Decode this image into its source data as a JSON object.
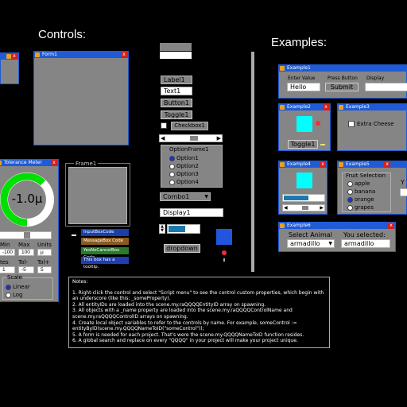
{
  "headings": {
    "controls": "Controls:",
    "examples": "Examples:"
  },
  "colors": {
    "titlebar": "#1f5bd6",
    "close": "#d42020",
    "win_bg": "#858585",
    "cyan": "#00ffff",
    "gauge": "#00e000",
    "teal": "#1a7ab0",
    "blue_box": "#2255dd"
  },
  "small_window": {
    "title": ""
  },
  "form1": {
    "title": "Form1"
  },
  "tolerance": {
    "title": "Tolerance Meter",
    "value": "-1.0μ",
    "labels": {
      "min": "Min",
      "max": "Max",
      "units": "Units",
      "tes": "tes",
      "tol_minus": "Tol-",
      "tol_plus": "Tol+"
    },
    "inputs": {
      "min": "-100",
      "max": "100",
      "units": "μ",
      "tes": "1",
      "tol_minus": "-5",
      "tol_plus": "5"
    },
    "scale": {
      "title": "Scale",
      "linear": "Linear",
      "log": "Log"
    },
    "gauge_fraction": 0.62
  },
  "frame1": {
    "label": "Frame1"
  },
  "color_buttons": [
    "InputBoxCode",
    "MessageBox Code",
    "YesNoCancelBox Code",
    "This box has a tooltip."
  ],
  "controls": {
    "label1": "Label1",
    "text1": "Text1",
    "button1": "Button1",
    "toggle1": "Toggle1",
    "checkbox1": "Checkbox1",
    "option_frame": "OptionFrame1",
    "options": [
      "Option1",
      "Option2",
      "Option3",
      "Option4"
    ],
    "combo1": "Combo1",
    "display1": "Display1",
    "dropdown": "dropdown",
    "progress_fraction": 0.55
  },
  "example1": {
    "title": "Example1",
    "enter_value": "Enter Value",
    "press_button": "Press Button",
    "display": "Display",
    "input": "Hello",
    "submit": "Submit"
  },
  "example2": {
    "title": "Example2",
    "toggle": "Toggle1"
  },
  "example3": {
    "title": "Example3",
    "checkbox": "Extra Cheese"
  },
  "example4": {
    "title": "Example4",
    "progress_fraction": 0.62
  },
  "example5": {
    "title": "Example5",
    "frame": "Fruit Selection",
    "fruits": [
      "apple",
      "banana",
      "orange",
      "grapes"
    ],
    "selected_index": 2,
    "extra": "Y"
  },
  "example6": {
    "title": "Example6",
    "select_label": "Select Animal",
    "selected_label": "You selected:",
    "select_value": "armadillo",
    "display_value": "armadillo"
  },
  "notes": {
    "title": "Notes:",
    "lines": [
      "1. Right-click the control and select \"Script menu\" to see the control custom properties, which begin with an underscore (like this: _someProperty).",
      "2. All entityIDs are loaded into the scene.my.raQQQQEntityID array on spawning.",
      "3. All objects with a _name property are loaded into the scene.my.raQQQQControlName and scene.my.raQQQQControlID arrays on spawning.",
      "4. Create local object variables to refer to the controls by name. For example, someControl := entityByID(scene.my.QQQQNameToID(\"someControl\"));",
      "5. A form is needed for each project. That's were the scene.my.QQQQNameToID function resides.",
      "6. A global search and replace on every \"QQQQ\" in your project will make your project unique."
    ]
  }
}
